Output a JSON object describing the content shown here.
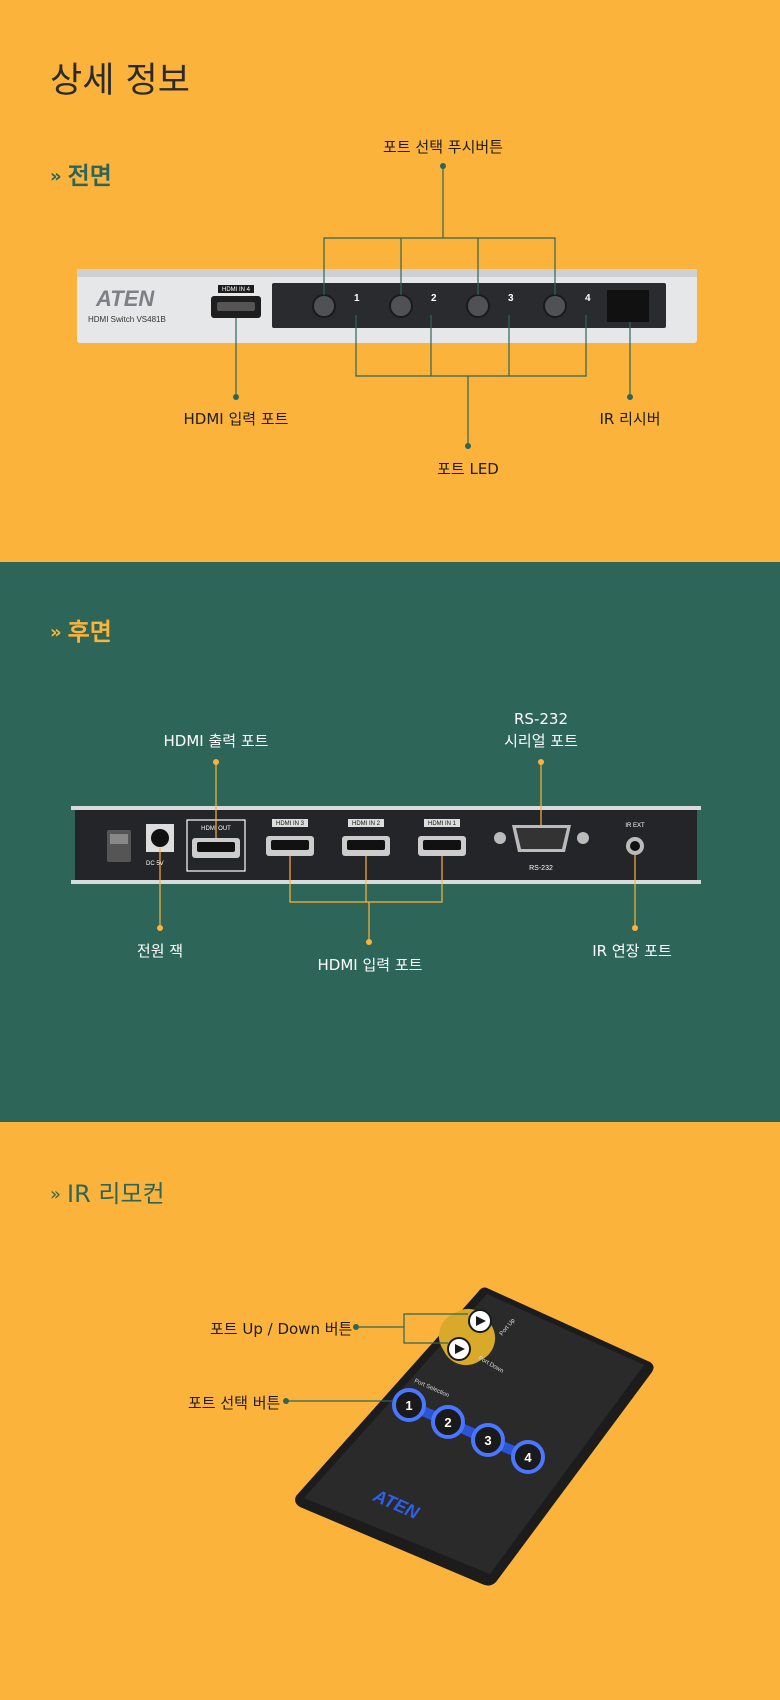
{
  "page_title": "상세 정보",
  "section_mark": "»",
  "front": {
    "title": "전면",
    "labels": {
      "port_select_button": "포트 선택 푸시버튼",
      "hdmi_input": "HDMI 입력 포트",
      "port_led": "포트 LED",
      "ir_receiver": "IR 리시버"
    },
    "device": {
      "brand": "ATEN",
      "model": "HDMI Switch VS481B",
      "port_tag": "HDMI IN 4",
      "port_numbers": [
        "1",
        "2",
        "3",
        "4"
      ]
    }
  },
  "rear": {
    "title": "후면",
    "labels": {
      "hdmi_output": "HDMI 출력 포트",
      "rs232_line1": "RS-232",
      "rs232_line2": "시리얼 포트",
      "power_jack": "전원 잭",
      "hdmi_input": "HDMI 입력 포트",
      "ir_ext": "IR 연장 포트"
    },
    "device": {
      "hdmi_out_tag": "HDMI OUT",
      "hdmi_in_tags": [
        "HDMI IN 3",
        "HDMI IN 2",
        "HDMI IN 1"
      ],
      "rs232_tag": "RS-232",
      "ir_ext_tag": "IR EXT",
      "dc_tag": "DC 5V"
    }
  },
  "remote": {
    "title": "IR 리모컨",
    "labels": {
      "up_down": "포트 Up / Down 버튼",
      "port_select": "포트 선택 버튼"
    },
    "device": {
      "port_up": "Port Up",
      "port_down": "Port Down",
      "port_selection": "Port Selection",
      "buttons": [
        "1",
        "2",
        "3",
        "4"
      ],
      "brand": "ATEN"
    }
  },
  "colors": {
    "orange": "#fcb33b",
    "green": "#2d6658",
    "panel": "#2a2b2e"
  }
}
